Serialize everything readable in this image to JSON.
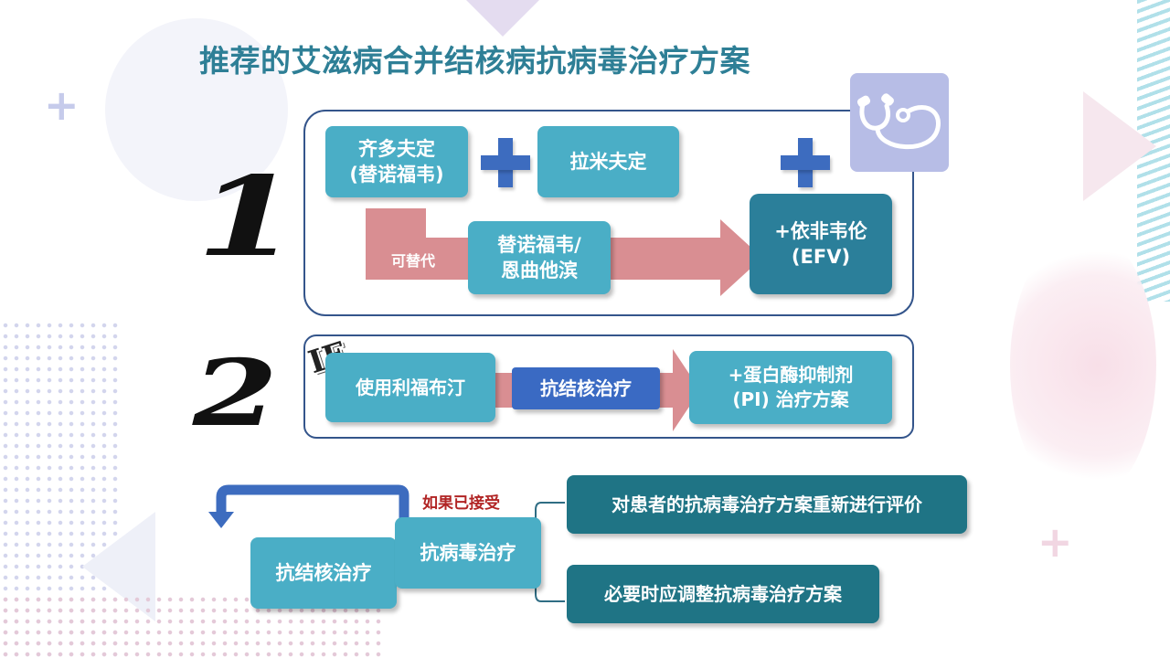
{
  "title": "推荐的艾滋病合并结核病抗病毒治疗方案",
  "scheme1": {
    "number": "1",
    "drug_a_line1": "齐多夫定",
    "drug_a_line2": "(替诺福韦)",
    "drug_b": "拉米夫定",
    "alternative_label": "可替代",
    "alternative_line1": "替诺福韦/",
    "alternative_line2": "恩曲他滨",
    "result_line1": "+依非韦伦",
    "result_line2": "(EFV)"
  },
  "scheme2": {
    "number": "2",
    "if_label": "IF",
    "condition": "使用利福布汀",
    "therapy": "抗结核治疗",
    "result_line1": "+蛋白酶抑制剂",
    "result_line2": "(PI) 治疗方案"
  },
  "scheme3": {
    "accepted_label": "如果已接受",
    "tb_treatment": "抗结核治疗",
    "arv_treatment": "抗病毒治疗",
    "action1": "对患者的抗病毒治疗方案重新进行评价",
    "action2": "必要时应调整抗病毒治疗方案"
  },
  "colors": {
    "title": "#2e7f96",
    "teal_box": "#4aaec6",
    "dark_box": "#2b7f9a",
    "navy_box": "#3a6ac3",
    "arrow_pink": "#d98e92",
    "panel_border": "#34558b",
    "accepted_red": "#b12424"
  }
}
